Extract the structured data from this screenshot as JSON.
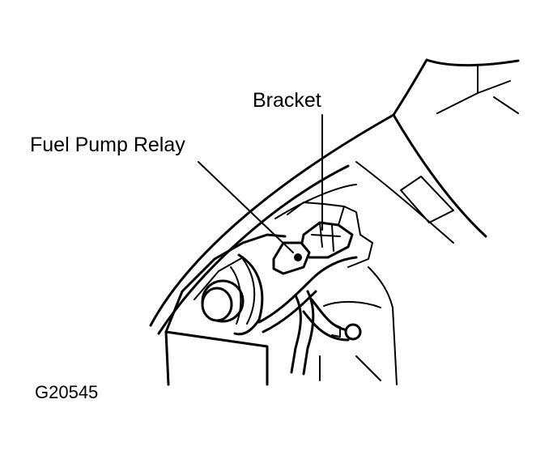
{
  "labels": {
    "bracket": "Bracket",
    "fuel_pump_relay": "Fuel Pump Relay",
    "figure_id": "G20545"
  },
  "colors": {
    "ink": "#000000",
    "background": "#ffffff"
  }
}
